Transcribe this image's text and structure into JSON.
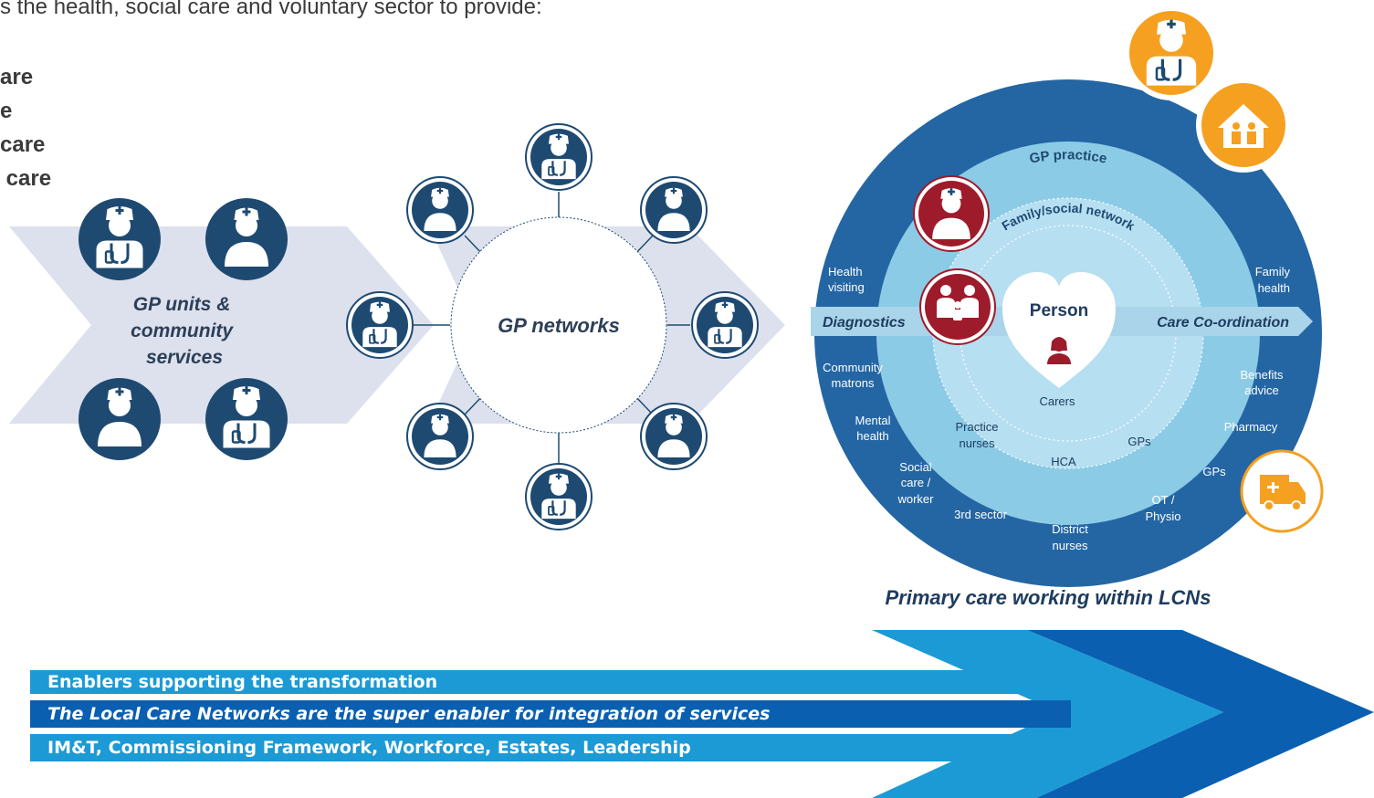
{
  "intro_line": "s the health, social care and voluntary sector to provide:",
  "care_list": [
    "are",
    "e",
    "care",
    " care"
  ],
  "gp_units": {
    "label_lines": [
      "GP units &",
      "community",
      "services"
    ]
  },
  "gp_networks": {
    "label": "GP networks"
  },
  "lcn": {
    "ring_labels": {
      "gp_practice": "GP practice",
      "family_social_network": "Family/social network",
      "person": "Person",
      "diagnostics": "Diagnostics",
      "care_coordination": "Care Co-ordination",
      "carers": "Carers",
      "practice_nurses": [
        "Practice",
        "nurses"
      ],
      "gps_inner": "GPs",
      "hca": "HCA"
    },
    "outer_labels": {
      "health_visiting": [
        "Health",
        "visiting"
      ],
      "community_matrons": [
        "Community",
        "matrons"
      ],
      "mental_health": [
        "Mental",
        "health"
      ],
      "social_care_worker": [
        "Social",
        "care /",
        "worker"
      ],
      "third_sector": "3rd sector",
      "district_nurses": [
        "District",
        "nurses"
      ],
      "ot_physio": [
        "OT /",
        "Physio"
      ],
      "gps_outer": "GPs",
      "pharmacy": "Pharmacy",
      "benefits_advice": [
        "Benefits",
        "advice"
      ],
      "family_health": [
        "Family",
        "health"
      ]
    },
    "caption": "Primary care working within LCNs"
  },
  "enablers": {
    "line1": "Enablers supporting the transformation",
    "line2": "The Local Care Networks are the super enabler for integration of services",
    "line3": "IM&T, Commissioning Framework, Workforce, Estates, Leadership"
  },
  "colors": {
    "navy": "#1e4a72",
    "ring_blue": "#2466a4",
    "inner_blue": "#8ccbe6",
    "light_blue": "#b6dff1",
    "chevron_grey": "#dde1ed",
    "maroon": "#9e1b2b",
    "orange": "#f5a020",
    "enabler_light": "#1c9ad6",
    "enabler_dark": "#0b5fb0"
  },
  "icons": [
    "doctor-icon",
    "nurse-icon",
    "family-icon",
    "person-icon",
    "home-icon",
    "ambulance-icon"
  ]
}
